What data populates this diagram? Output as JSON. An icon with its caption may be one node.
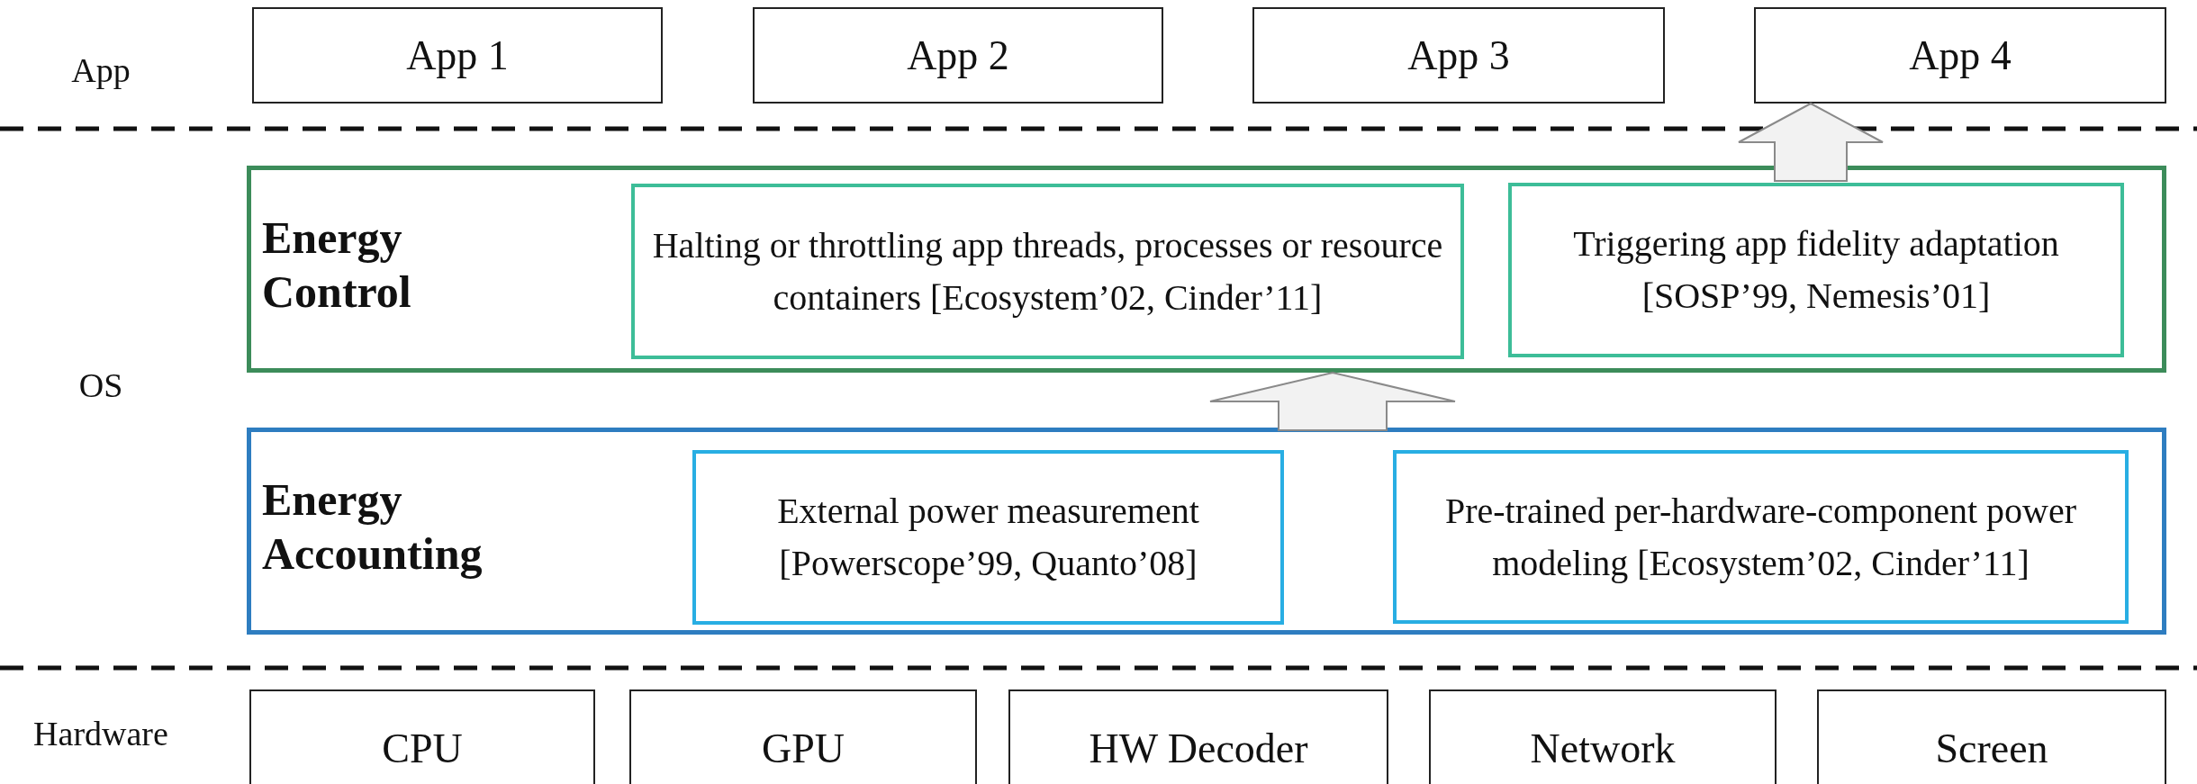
{
  "diagram": {
    "nodes": [
      {
        "text": [
          "App 1"
        ]
      },
      {
        "text": [
          "App 2"
        ]
      },
      {
        "text": [
          "App 3"
        ]
      },
      {
        "text": [
          "App 4"
        ]
      },
      {
        "text": [
          "Energy Control"
        ]
      },
      {
        "text": [
          "Halting or throttling app threads, processes or resource containers [Ecosystem’02, Cinder’11]"
        ],
        "in": 4
      },
      {
        "text": [
          "Triggering app fidelity adaptation [SOSP’99, Nemesis’01]"
        ],
        "in": 4
      },
      {
        "text": [
          "Energy Accounting"
        ]
      },
      {
        "text": [
          "External power measurement [Powerscope’99, Quanto’08]"
        ],
        "in": 7
      },
      {
        "text": [
          "Pre-trained per-hardware-component power modeling [Ecosystem’02, Cinder’11]"
        ],
        "in": 7
      },
      {
        "text": [
          "CPU"
        ]
      },
      {
        "text": [
          "GPU"
        ]
      },
      {
        "text": [
          "HW Decoder"
        ]
      },
      {
        "text": [
          "Network"
        ]
      },
      {
        "text": [
          "Screen"
        ]
      }
    ],
    "edges": [
      {
        "from": 7,
        "to": 4,
        "arrow": "to"
      },
      {
        "from": 6,
        "to": 3,
        "arrow": "to"
      }
    ],
    "labels": [
      "App",
      "OS",
      "Hardware"
    ]
  }
}
